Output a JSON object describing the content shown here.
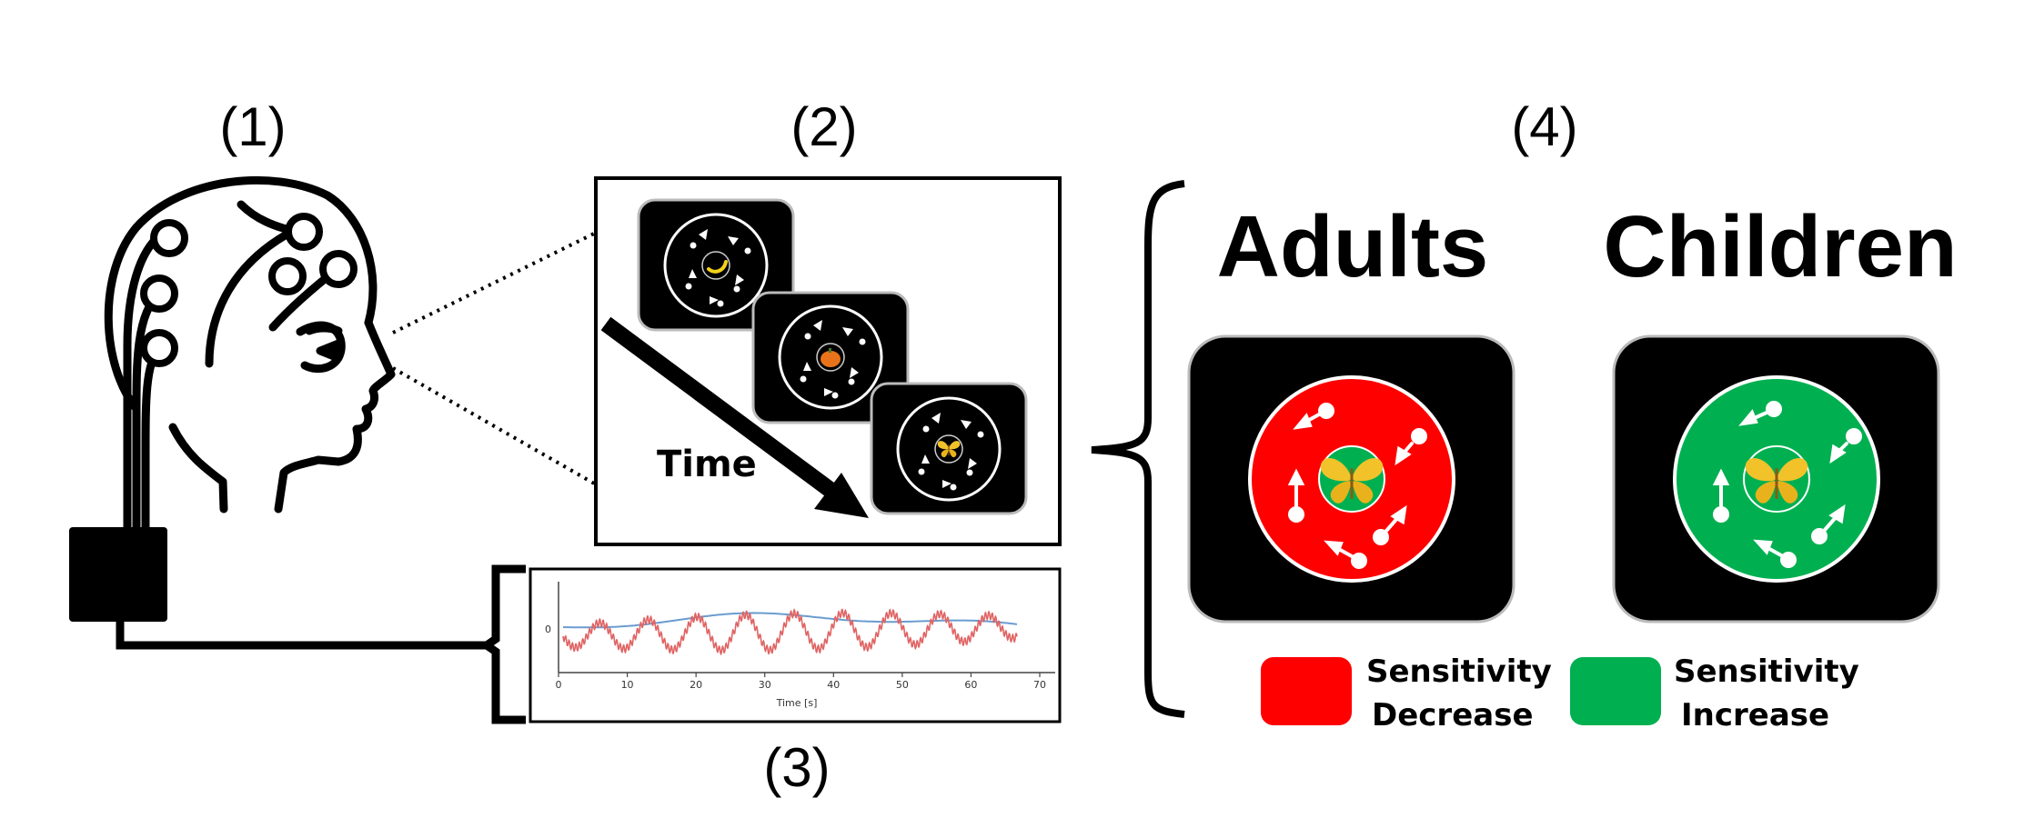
{
  "labels": {
    "panel1": "(1)",
    "panel2": "(2)",
    "panel3": "(3)",
    "panel4": "(4)"
  },
  "sequence": {
    "time_label": "Time",
    "frames": [
      {
        "center_icon": "banana-icon",
        "center_color": "#f2d21b"
      },
      {
        "center_icon": "pumpkin-icon",
        "center_color": "#e8731a"
      },
      {
        "center_icon": "butterfly-icon",
        "center_color": "#f2c22b"
      }
    ]
  },
  "signal_plot": {
    "x_ticks": [
      "0",
      "10",
      "20",
      "30",
      "40",
      "50",
      "60",
      "70"
    ],
    "y_tick": "0",
    "x_label": "Time [s]"
  },
  "groups": [
    {
      "title": "Adults",
      "ring_color": "#ff0000",
      "inner_color": "#00b050",
      "effect": "decrease"
    },
    {
      "title": "Children",
      "ring_color": "#00b050",
      "inner_color": "#00b050",
      "effect": "increase"
    }
  ],
  "legend": [
    {
      "color": "#ff0000",
      "line1": "Sensitivity",
      "line2": "Decrease"
    },
    {
      "color": "#00b050",
      "line1": "Sensitivity",
      "line2": "Increase"
    }
  ],
  "colors": {
    "red": "#ff0000",
    "green": "#00b050",
    "signal_red": "#e06464",
    "signal_blue": "#6a9ccf"
  }
}
